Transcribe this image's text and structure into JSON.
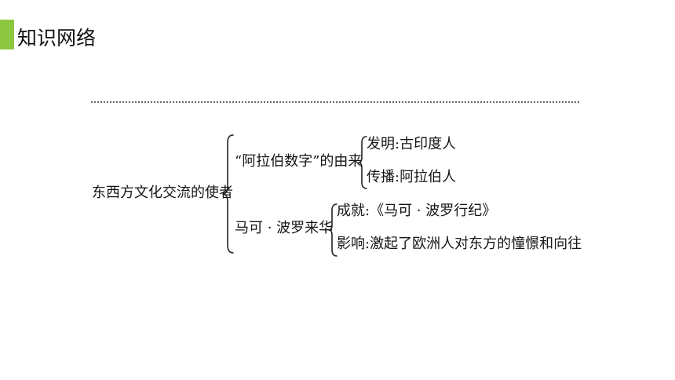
{
  "header": {
    "title": "知识网络",
    "accent_color": "#8dc63f"
  },
  "knowledge_map": {
    "root": "东西方文化交流的使者",
    "branches": [
      {
        "label": "“阿拉伯数字”的由来",
        "items": [
          "发明:古印度人",
          "传播:阿拉伯人"
        ]
      },
      {
        "label": "马可 · 波罗来华",
        "items": [
          "成就:《马可 · 波罗行纪》",
          "影响:激起了欧洲人对东方的憧憬和向往"
        ]
      }
    ]
  }
}
